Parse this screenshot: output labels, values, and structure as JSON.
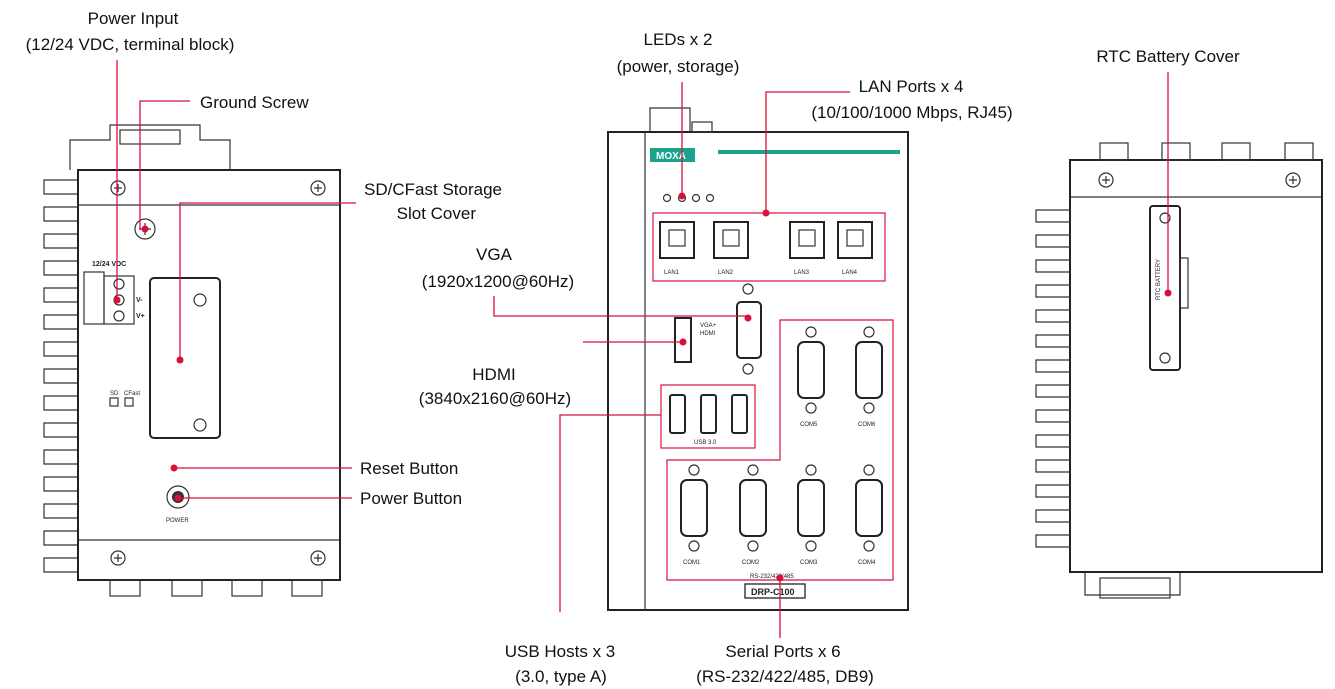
{
  "callouts": {
    "power_input": [
      "Power Input",
      "(12/24 VDC, terminal block)"
    ],
    "ground_screw": "Ground Screw",
    "storage_cover": [
      "SD/CFast Storage",
      "Slot Cover"
    ],
    "reset_button": "Reset Button",
    "power_button": "Power Button",
    "leds": [
      "LEDs x 2",
      "(power, storage)"
    ],
    "lan_ports": [
      "LAN Ports x 4",
      "(10/100/1000 Mbps, RJ45)"
    ],
    "vga": [
      "VGA",
      "(1920x1200@60Hz)"
    ],
    "hdmi": [
      "HDMI",
      "(3840x2160@60Hz)"
    ],
    "usb": [
      "USB Hosts x 3",
      "(3.0, type A)"
    ],
    "serial": [
      "Serial Ports x 6",
      "(RS-232/422/485, DB9)"
    ],
    "rtc": "RTC Battery Cover"
  },
  "left_panel": {
    "voltage_label": "12/24 VDC",
    "v_minus": "V-",
    "v_plus": "V+",
    "sd_label": "SD",
    "cfast_label": "CFast",
    "power_label": "POWER"
  },
  "front_panel": {
    "brand": "MOXA",
    "lan_labels": [
      "LAN1",
      "LAN2",
      "LAN3",
      "LAN4"
    ],
    "vga_hdmi_label": [
      "VGA+",
      "HDMI"
    ],
    "usb_label": "USB 3.0",
    "com_labels_top": [
      "COM5",
      "COM6"
    ],
    "com_labels_bottom": [
      "COM1",
      "COM2",
      "COM3",
      "COM4"
    ],
    "rs_label": "RS-232/422/485",
    "model": "DRP-C100"
  },
  "right_panel": {
    "battery_label": "RTC BATTERY"
  },
  "colors": {
    "callout_red": "#d8113a",
    "brand_teal": "#1aa38a"
  }
}
